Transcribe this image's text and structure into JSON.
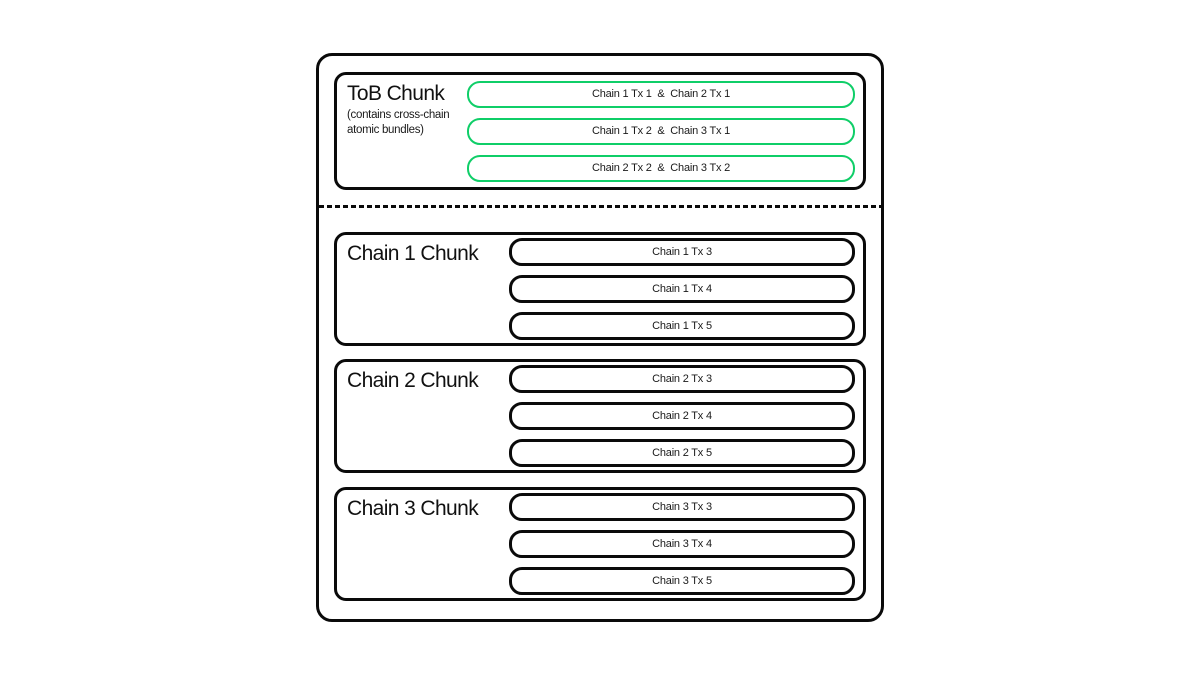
{
  "colors": {
    "accent_green": "#0fce68",
    "outline_black": "#0a0a0a",
    "background": "#ffffff"
  },
  "diagram": {
    "tob_chunk": {
      "title": "ToB Chunk",
      "subtitle": "(contains cross-chain atomic bundles)",
      "bundles": [
        "Chain 1 Tx 1  &  Chain 2 Tx 1",
        "Chain 1 Tx 2  &  Chain 3 Tx 1",
        "Chain 2 Tx 2  &  Chain 3 Tx 2"
      ]
    },
    "chain_chunks": [
      {
        "title": "Chain 1 Chunk",
        "txs": [
          "Chain 1 Tx 3",
          "Chain 1 Tx 4",
          "Chain 1 Tx 5"
        ]
      },
      {
        "title": "Chain 2 Chunk",
        "txs": [
          "Chain 2 Tx 3",
          "Chain 2 Tx 4",
          "Chain 2 Tx 5"
        ]
      },
      {
        "title": "Chain 3 Chunk",
        "txs": [
          "Chain 3 Tx 3",
          "Chain 3 Tx 4",
          "Chain 3 Tx 5"
        ]
      }
    ]
  }
}
